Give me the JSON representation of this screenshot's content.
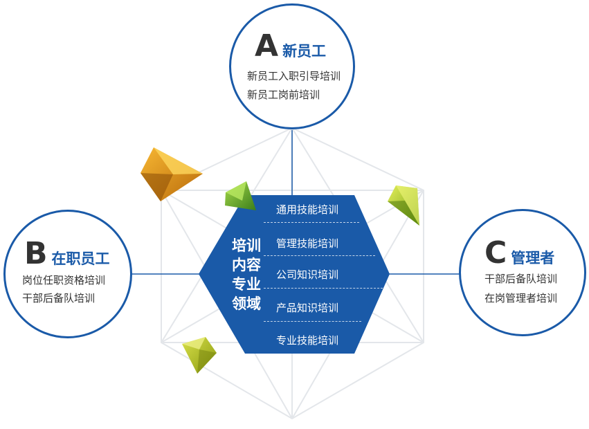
{
  "center": {
    "title_lines": [
      "培训",
      "内容",
      "专业",
      "领域"
    ],
    "items": [
      "通用技能培训",
      "管理技能培训",
      "公司知识培训",
      "产品知识培训",
      "专业技能培训"
    ],
    "color": "#1a5aa8"
  },
  "roles": {
    "a": {
      "letter": "A",
      "name": "新员工",
      "items": [
        "新员工入职引导培训",
        "新员工岗前培训"
      ]
    },
    "b": {
      "letter": "B",
      "name": "在职员工",
      "items": [
        "岗位任职资格培训",
        "干部后备队培训"
      ]
    },
    "c": {
      "letter": "C",
      "name": "管理者",
      "items": [
        "干部后备队培训",
        "在岗管理者培训"
      ]
    }
  },
  "colors": {
    "accent": "#1a5aa8",
    "text": "#333333",
    "wireframe": "#e3e6ea"
  }
}
